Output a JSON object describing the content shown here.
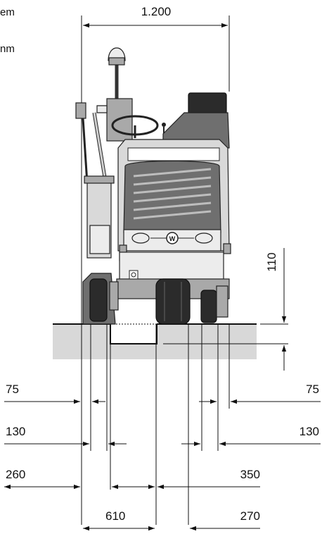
{
  "caption_fragments": [
    "em",
    "nm"
  ],
  "dimensions": {
    "overall_width": "1.200",
    "height_step": "110",
    "left": {
      "row1": "75",
      "row2": "130",
      "row3": "260",
      "row4": "610"
    },
    "right": {
      "row1": "75",
      "row2": "130",
      "row3": "350",
      "row4": "270"
    }
  },
  "machine": {
    "logo": "W"
  }
}
